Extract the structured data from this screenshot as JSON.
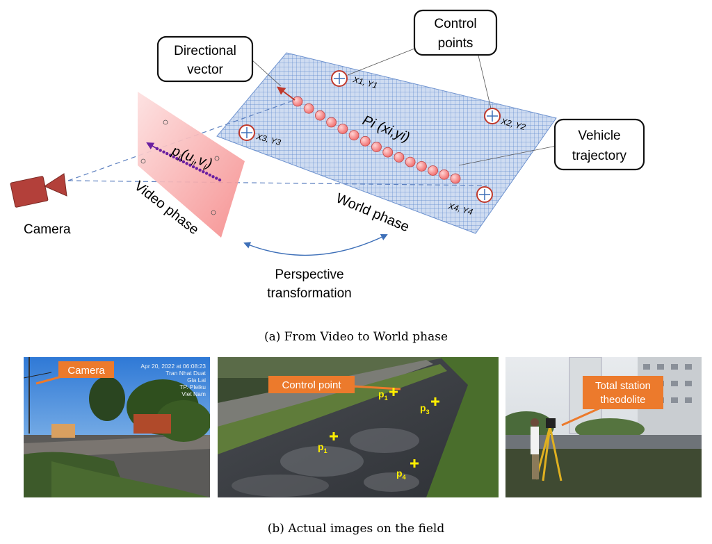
{
  "diagram": {
    "callouts": {
      "directional_vector": [
        "Directional",
        "vector"
      ],
      "control_points": [
        "Control",
        "points"
      ],
      "vehicle_trajectory": [
        "Vehicle",
        "trajectory"
      ]
    },
    "camera_label": "Camera",
    "video_phase_label": "Video phase",
    "world_phase_label": "World phase",
    "pixel_label": "p",
    "pixel_sub": "i",
    "pixel_coords": "(u",
    "pixel_u_sub": "i",
    "pixel_v": ",v",
    "pixel_v_sub": "i",
    "pixel_close": ")",
    "world_point_label": "Pi (xi,yi)",
    "control_point_labels": [
      "X1, Y1",
      "X2, Y2",
      "X3, Y3",
      "X4, Y4"
    ],
    "transformation_label": [
      "Perspective",
      "transformation"
    ],
    "caption": "(a) From Video to World phase"
  },
  "photos": {
    "photo1": {
      "tag": "Camera",
      "overlay": [
        "Apr 20, 2022 at 06:08:23",
        "Tran Nhat Duat",
        "Gia Lai",
        "TP. Pleiku",
        "Viet Nam"
      ]
    },
    "photo2": {
      "tag": "Control point",
      "points": [
        "p",
        "p",
        "p",
        "p"
      ],
      "subs": [
        "1",
        "3",
        "1",
        "4"
      ]
    },
    "photo3": {
      "tag": [
        "Total station",
        "theodolite"
      ]
    },
    "caption": "(b) Actual images on the field"
  },
  "colors": {
    "grid_blue": "#4a78c4",
    "plane_fill": "#c8d8ef",
    "video_pink": "#f59a9a",
    "trajectory_dot": "#f58b8b",
    "pixel_dot": "#6a1fa0",
    "callout_orange": "#ec7a2c",
    "point_yellow": "#ffee00",
    "camera_red": "#b3403a"
  }
}
